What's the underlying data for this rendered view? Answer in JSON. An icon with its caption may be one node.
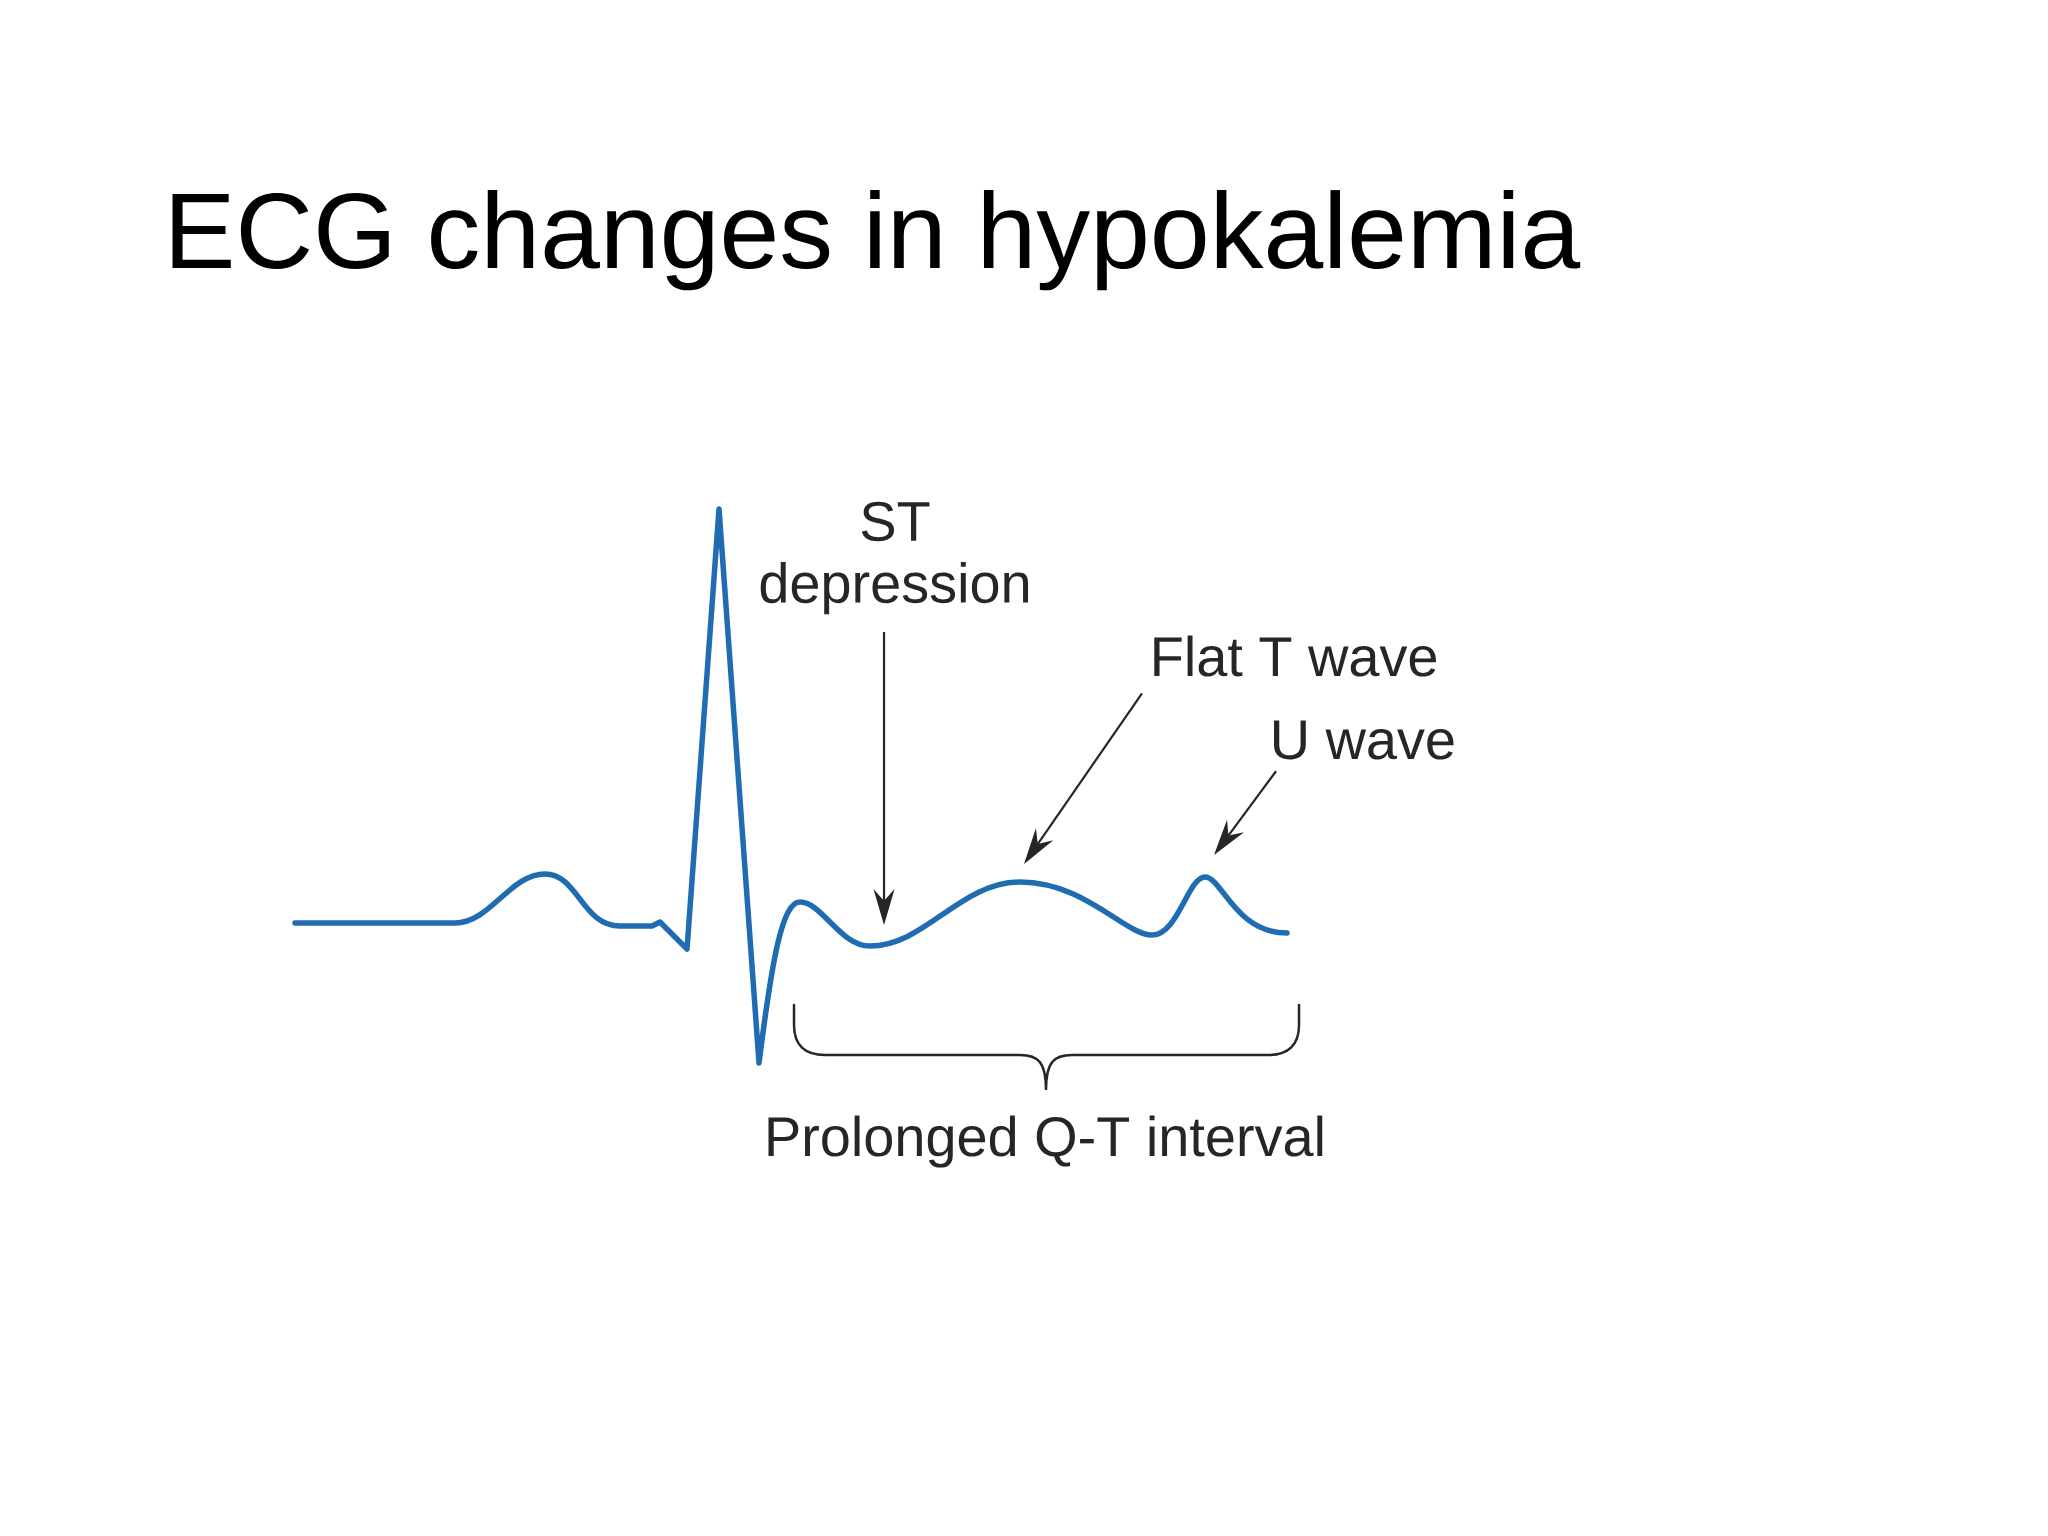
{
  "diagram": {
    "title": "ECG changes in hypokalemia",
    "nodes": [
      {
        "text": [
          "ST depression"
        ]
      },
      {
        "text": [
          "Flat T wave"
        ]
      },
      {
        "text": [
          "U wave"
        ]
      }
    ],
    "edges": [
      {
        "from": 0,
        "to": null,
        "arrow": "to"
      },
      {
        "from": 1,
        "to": null,
        "arrow": "to"
      },
      {
        "from": 2,
        "to": null,
        "arrow": "to"
      }
    ],
    "labels": [
      "Prolonged Q-T interval"
    ]
  }
}
